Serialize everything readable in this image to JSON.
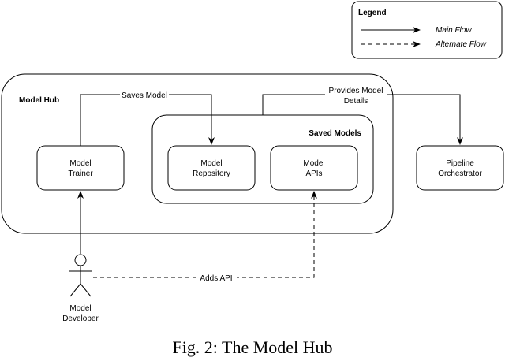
{
  "legend": {
    "title": "Legend",
    "main_flow": "Main Flow",
    "alternate_flow": "Alternate Flow"
  },
  "model_hub": {
    "title": "Model Hub",
    "model_trainer": [
      "Model",
      "Trainer"
    ],
    "saved_models": {
      "title": "Saved Models",
      "model_repository": [
        "Model",
        "Repository"
      ],
      "model_apis": [
        "Model",
        "APIs"
      ]
    }
  },
  "pipeline_orchestrator": [
    "Pipeline",
    "Orchestrator"
  ],
  "actor": {
    "name": [
      "Model",
      "Developer"
    ]
  },
  "edges": {
    "saves_model": "Saves Model",
    "provides_model_details": [
      "Provides Model",
      "Details"
    ],
    "adds_api": "Adds API"
  },
  "caption": "Fig. 2: The Model Hub"
}
